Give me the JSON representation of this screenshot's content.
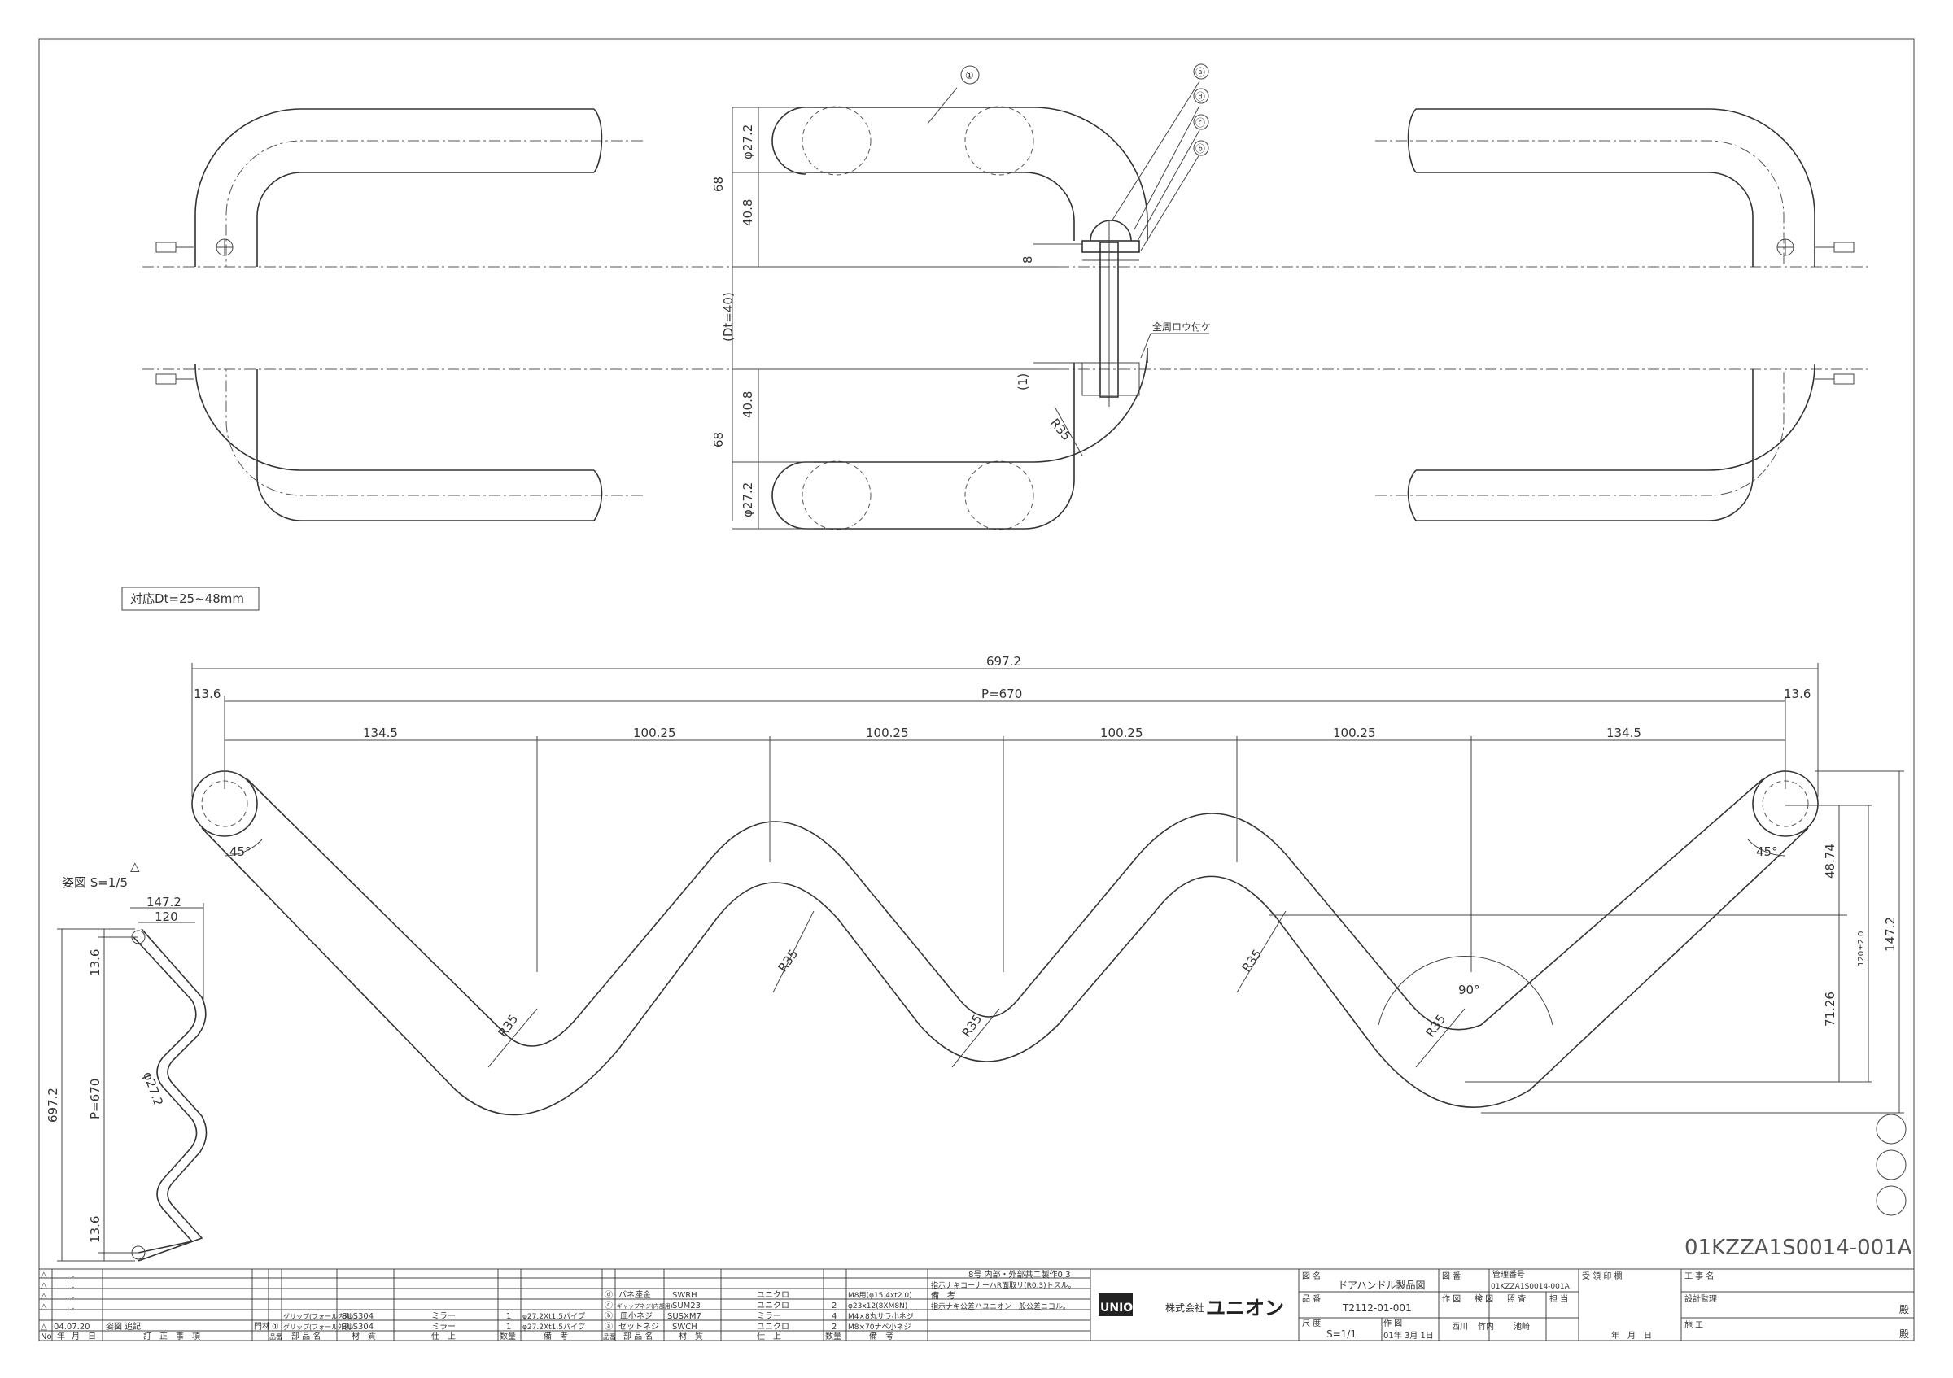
{
  "drawing": {
    "drawing_number_large": "01KZZA1S0014-001A",
    "range_note": "対応Dt=25~48mm",
    "side_view_label": "姿図 S=1/5",
    "brazing_note": "全周ロウ付ケ",
    "part_callouts": [
      "①",
      "ⓐ",
      "ⓓ",
      "ⓒ",
      "ⓑ"
    ],
    "revision_mark": "△"
  },
  "top_view_dims": {
    "d68_top": "68",
    "d408_top": "40.8",
    "phi_top": "φ27.2",
    "dt": "(Dt=40)",
    "d8": "8",
    "d1": "(1)",
    "d408_bot": "40.8",
    "d68_bot": "68",
    "phi_bot": "φ27.2",
    "r35": "R35"
  },
  "front_view_dims": {
    "overall": "697.2",
    "pitch": "P=670",
    "edge_left": "13.6",
    "edge_right": "13.6",
    "seg1": "134.5",
    "seg2": "100.25",
    "seg3": "100.25",
    "seg4": "100.25",
    "seg5": "100.25",
    "seg6": "134.5",
    "r1": "R35",
    "r2": "R35",
    "r3": "R35",
    "r4": "R35",
    "r5": "R35",
    "angle_left": "45°",
    "angle_right": "45°",
    "angle_90": "90°",
    "v4874": "48.74",
    "v120": "120±2.0",
    "v1472": "147.2",
    "v7126": "71.26"
  },
  "side_view_dims": {
    "w1472": "147.2",
    "w120": "120",
    "h6972": "697.2",
    "hp": "P=670",
    "e_top": "13.6",
    "e_bot": "13.6",
    "phi": "φ27.2"
  },
  "revision_table": {
    "rows": [
      {
        "mark": "△",
        "date": ". .",
        "note": ""
      },
      {
        "mark": "△",
        "date": ". .",
        "note": ""
      },
      {
        "mark": "△",
        "date": ". .",
        "note": ""
      },
      {
        "mark": "△",
        "date": ". .",
        "note": ""
      },
      {
        "mark": "△",
        "date": "04.07.20",
        "note": "姿図 追記",
        "name": "門林"
      }
    ],
    "header": [
      "No",
      "年",
      "月",
      "日",
      "訂　正　事　項"
    ]
  },
  "parts_left": {
    "header": [
      "品番",
      "部 品 名",
      "材　質",
      "仕　上",
      "数量",
      "備　考"
    ],
    "rows": [
      {
        "no": "",
        "name": "",
        "material": "",
        "finish": "",
        "qty": "",
        "note": ""
      },
      {
        "no": "",
        "name": "",
        "material": "",
        "finish": "",
        "qty": "",
        "note": ""
      },
      {
        "no": "",
        "name": "グリップ(フォール内側)",
        "material": "SUS304",
        "finish": "ミラー",
        "qty": "1",
        "note": "φ27.2Xt1.5パイプ"
      },
      {
        "no": "①",
        "name": "グリップ(フォール外側)",
        "material": "SUS304",
        "finish": "ミラー",
        "qty": "1",
        "note": "φ27.2Xt1.5パイプ"
      }
    ]
  },
  "parts_right": {
    "header": [
      "品番",
      "部 品 名",
      "材　質",
      "仕　上",
      "数量",
      "備　考"
    ],
    "rows": [
      {
        "no": "ⓓ",
        "name": "バネ座金",
        "material": "SWRH",
        "finish": "ユニクロ",
        "qty": "",
        "note": "M8用(φ15.4xt2.0)"
      },
      {
        "no": "ⓒ",
        "name": "ギャップネジ(内部用)",
        "material": "SUM23",
        "finish": "ユニクロ",
        "qty": "2",
        "note": "φ23x12(8XM8N)"
      },
      {
        "no": "ⓑ",
        "name": "皿小ネジ",
        "material": "SUSXM7",
        "finish": "ミラー",
        "qty": "4",
        "note": "M4×8丸サラ小ネジ"
      },
      {
        "no": "ⓐ",
        "name": "セットネジ",
        "material": "SWCH",
        "finish": "ユニクロ",
        "qty": "2",
        "note": "M8×70ナベ小ネジ"
      }
    ]
  },
  "notes": {
    "line1": "8号 内部・外部共ニ製作0.3",
    "line2": "指示ナキコーナーハR面取リ(R0.3)トスル。",
    "line3": "備　考",
    "line4": "指示ナキ公差ハユニオン一般公差ニヨル。"
  },
  "title_block": {
    "logo": "UNION",
    "company_prefix": "株式会社",
    "company": "ユニオン",
    "label_title": "図 名",
    "title": "ドアハンドル製品図",
    "label_number": "品 番",
    "product_number": "T2112-01-001",
    "label_scale": "尺 度",
    "scale": "S=1/1",
    "label_drawn": "作 図",
    "drawn_date": "01年 3月 1日",
    "label_drawing_no": "図 番",
    "label_control_no": "管理番号",
    "control_no": "01KZZA1S0014-001A",
    "label_author": "作 図",
    "author": "西川",
    "label_checker": "検 図",
    "checker": "竹内",
    "label_approver": "照 査",
    "approver": "池崎",
    "label_staff": "担 当",
    "label_receipt": "受 領 印 欄",
    "label_project": "工 事 名",
    "label_design": "設計監理",
    "label_construction": "施 工",
    "honorific1": "殿",
    "honorific2": "殿",
    "ymd": "年　月　日"
  }
}
